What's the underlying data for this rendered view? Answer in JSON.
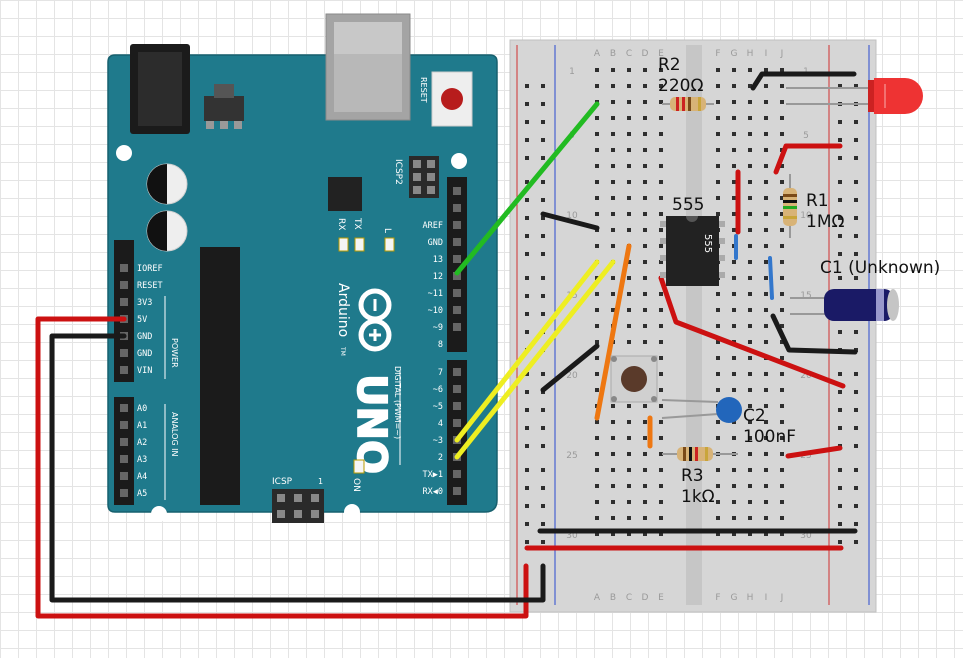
{
  "arduino": {
    "reset": "RESET",
    "icsp2": "ICSP2",
    "icsp": "ICSP",
    "icsp_pin1": "1",
    "tx": "TX",
    "rx": "RX",
    "l": "L",
    "on": "ON",
    "brand": "Arduino",
    "tm": "TM",
    "model": "UNO",
    "digital": "DIGITAL (PWM=~)",
    "power": "POWER",
    "analog": "ANALOG IN",
    "power_pins": [
      "IOREF",
      "RESET",
      "3V3",
      "5V",
      "GND",
      "GND",
      "VIN"
    ],
    "analog_pins": [
      "A0",
      "A1",
      "A2",
      "A3",
      "A4",
      "A5"
    ],
    "digital_upper": [
      "AREF",
      "GND",
      "13",
      "12",
      "~11",
      "~10",
      "~9",
      "8"
    ],
    "digital_lower": [
      "7",
      "~6",
      "~5",
      "4",
      "~3",
      "2",
      "TX▶1",
      "RX◀0"
    ]
  },
  "breadboard": {
    "columns": [
      "A",
      "B",
      "C",
      "D",
      "E",
      "F",
      "G",
      "H",
      "I",
      "J"
    ],
    "rows": [
      "1",
      "5",
      "10",
      "15",
      "20",
      "25",
      "30"
    ]
  },
  "components": {
    "r2": {
      "name": "R2",
      "value": "220Ω"
    },
    "r1": {
      "name": "R1",
      "value": "1MΩ"
    },
    "r3": {
      "name": "R3",
      "value": "1kΩ"
    },
    "c1": {
      "name": "C1 (Unknown)"
    },
    "c2": {
      "name": "C2",
      "value": "100nF"
    },
    "ic": {
      "name": "555",
      "marking": "555"
    }
  },
  "colors": {
    "board": "#1f7a8c",
    "wire_red": "#cc1111",
    "wire_black": "#1a1a1a",
    "wire_green": "#22bb22",
    "wire_yellow": "#eeee22",
    "wire_orange": "#ee7711",
    "wire_blue": "#3377cc",
    "led": "#ee3333",
    "c1": "#1a1a66",
    "c2": "#2266bb"
  }
}
